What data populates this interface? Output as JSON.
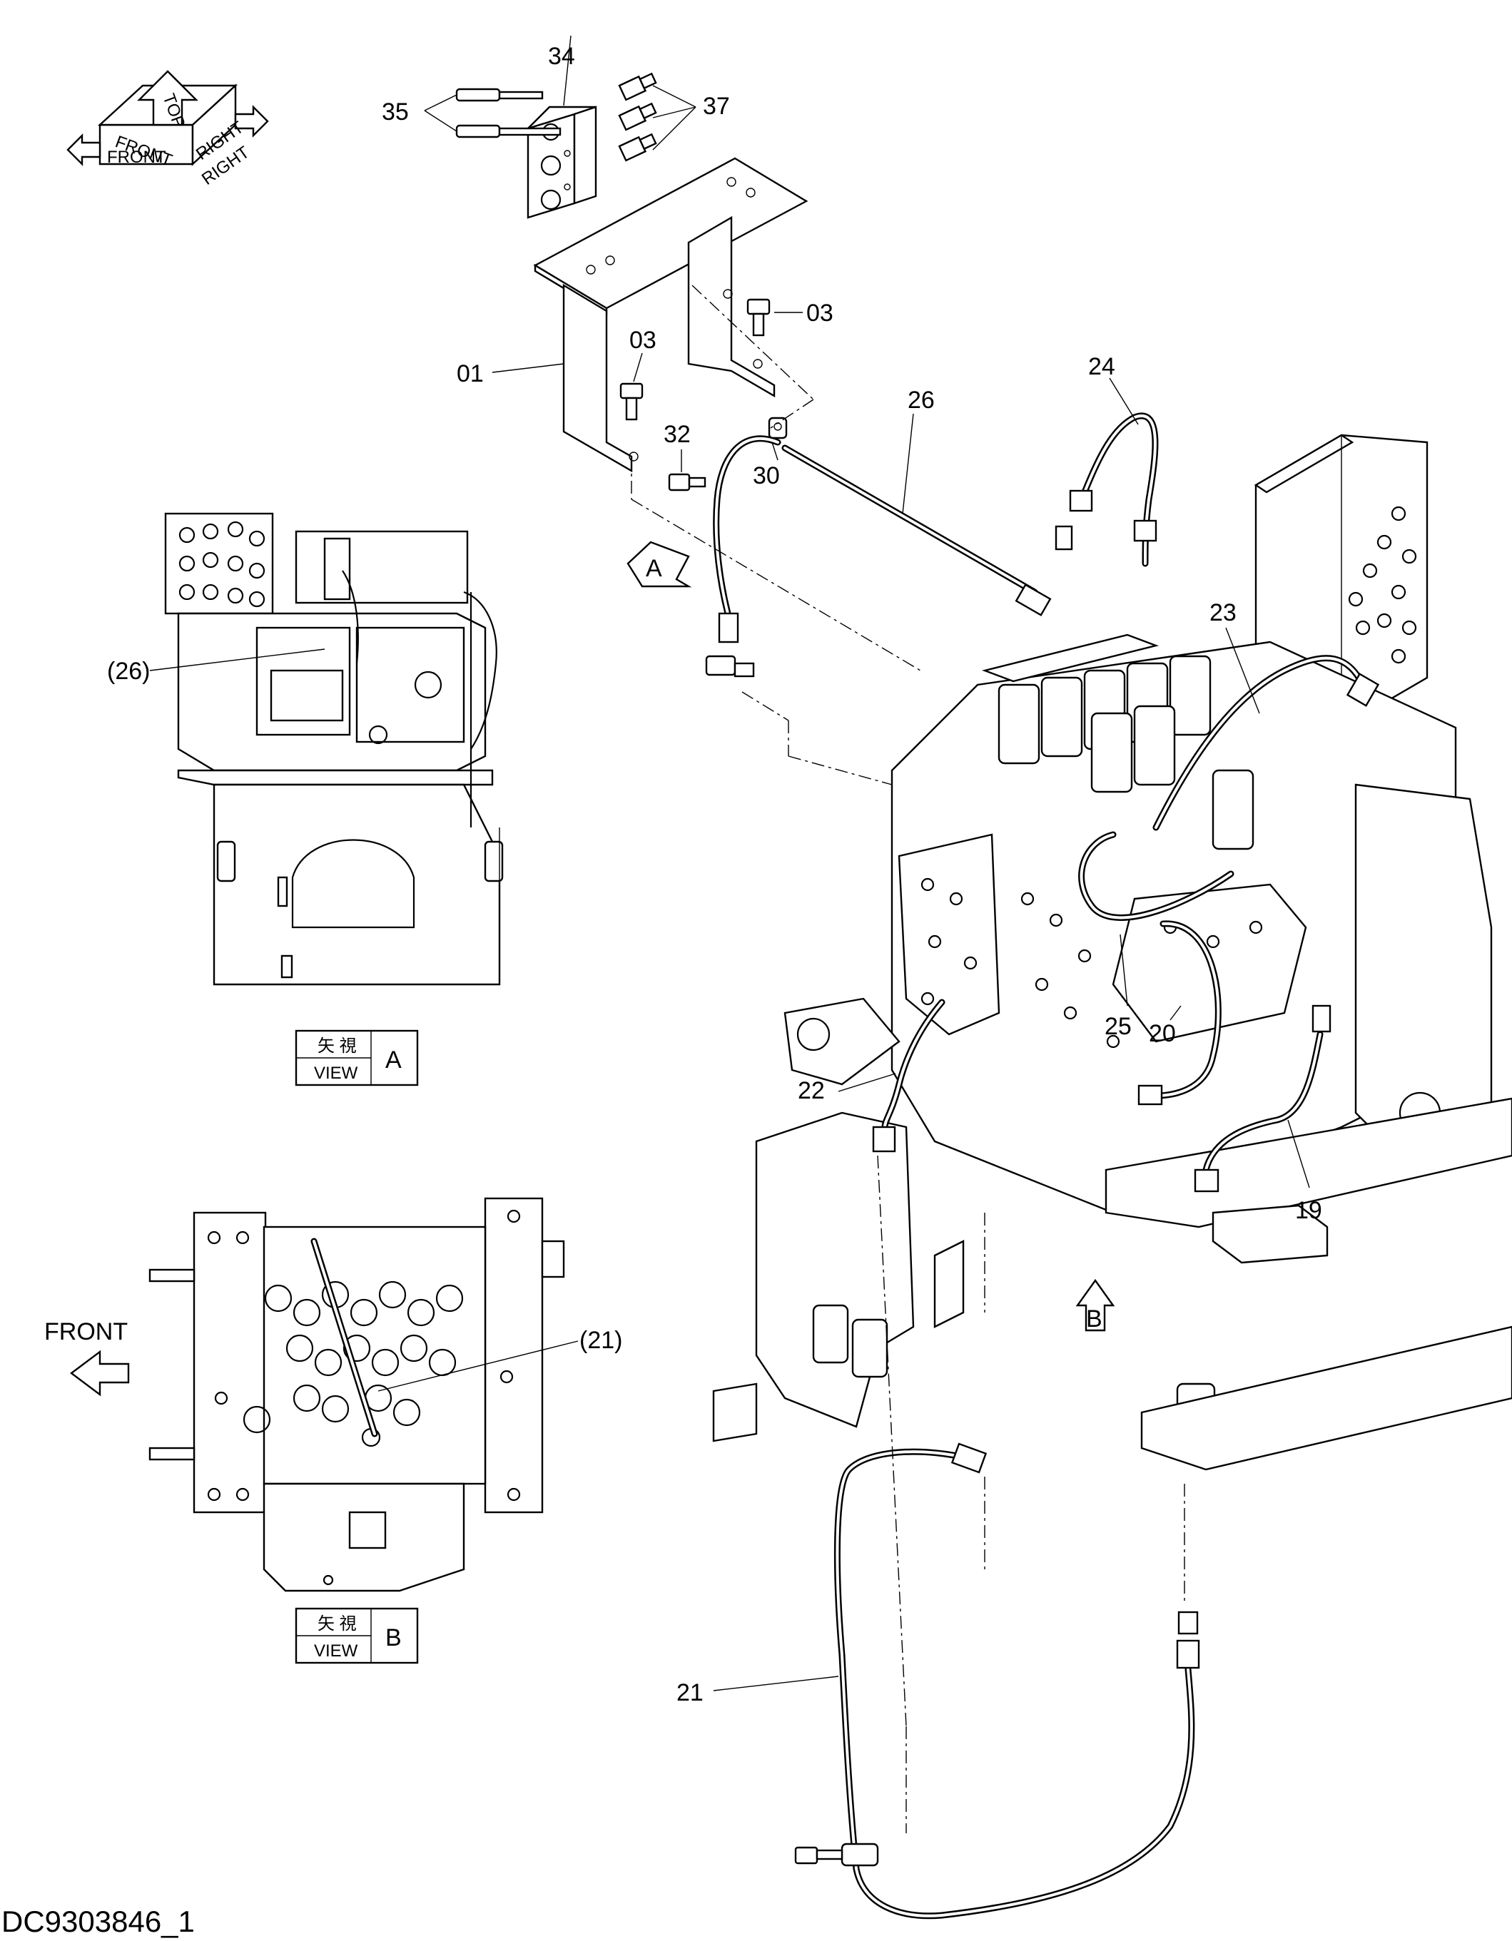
{
  "drawing_id": "DC9303846_1",
  "orientation_symbol": {
    "labels": [
      "TOP",
      "FRONT",
      "RIGHT",
      "FRONT",
      "RIGHT"
    ]
  },
  "callouts": {
    "p34": "34",
    "p35": "35",
    "p37": "37",
    "p03a": "03",
    "p03b": "03",
    "p01": "01",
    "p32": "32",
    "p30": "30",
    "p26": "26",
    "p24": "24",
    "p23": "23",
    "p25": "25",
    "p20": "20",
    "p22": "22",
    "p19": "19",
    "p21": "21"
  },
  "view_markers": {
    "a": "A",
    "b": "B"
  },
  "view_a": {
    "kanji": "矢 視",
    "view": "VIEW",
    "letter": "A",
    "ref_label": "(26)"
  },
  "view_b": {
    "kanji": "矢 視",
    "view": "VIEW",
    "letter": "B",
    "ref_label": "(21)",
    "front_label": "FRONT"
  }
}
